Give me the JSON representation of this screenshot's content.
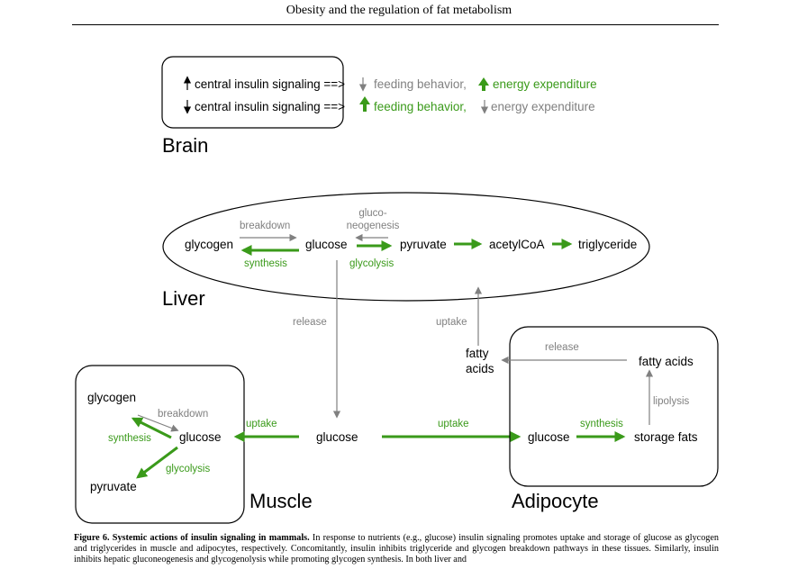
{
  "header": {
    "title": "Obesity and the regulation of fat metabolism"
  },
  "colors": {
    "green": "#3a9a1a",
    "gray": "#808080",
    "black": "#000000"
  },
  "brain": {
    "line1": {
      "main": "central insulin signaling ==>",
      "effect1": "feeding behavior,",
      "effect2": "energy expenditure"
    },
    "line2": {
      "main": "central insulin signaling ==>",
      "effect1": "feeding behavior,",
      "effect2": "energy expenditure"
    },
    "label": "Brain"
  },
  "liver": {
    "label": "Liver",
    "nodes": {
      "glycogen": "glycogen",
      "glucose": "glucose",
      "pyruvate": "pyruvate",
      "acetylcoa": "acetylCoA",
      "triglyceride": "triglyceride"
    },
    "breakdown": "breakdown",
    "synthesis": "synthesis",
    "gluconeogenesis_1": "gluco-",
    "gluconeogenesis_2": "neogenesis",
    "glycolysis": "glycolysis"
  },
  "blood": {
    "glucose": "glucose",
    "release": "release",
    "uptake_liver": "uptake",
    "fatty_acids_1": "fatty",
    "fatty_acids_2": "acids",
    "uptake_muscle": "uptake",
    "uptake_adipocyte": "uptake"
  },
  "muscle": {
    "label": "Muscle",
    "glycogen": "glycogen",
    "glucose": "glucose",
    "pyruvate": "pyruvate",
    "breakdown": "breakdown",
    "synthesis": "synthesis",
    "glycolysis": "glycolysis"
  },
  "adipocyte": {
    "label": "Adipocyte",
    "glucose": "glucose",
    "storage_fats": "storage fats",
    "fatty_acids": "fatty acids",
    "synthesis": "synthesis",
    "lipolysis": "lipolysis",
    "release": "release"
  },
  "caption": {
    "label": "Figure 6. Systemic actions of insulin signaling in mammals.",
    "text": " In response to nutrients (e.g., glucose) insulin signaling promotes uptake and storage of glucose as glycogen and triglycerides in muscle and adipocytes, respectively. Concomitantly, insulin inhibits triglyceride and glycogen breakdown pathways in these tissues. Similarly, insulin inhibits hepatic gluconeogenesis and glycogenolysis while promoting glycogen synthesis. In both liver and"
  }
}
